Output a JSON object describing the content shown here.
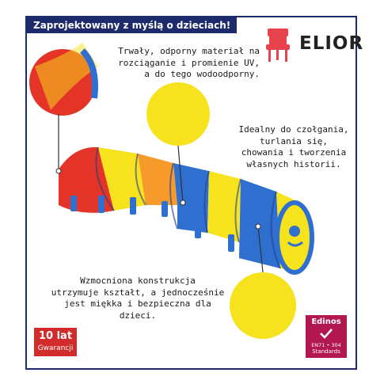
{
  "header": {
    "banner_text": "Zaprojektowany z myślą o dzieciach!"
  },
  "brand": {
    "logo_text": "ELIOR",
    "logo_color": "#e8434c"
  },
  "callouts": {
    "durable": "Trwały, odporny materiał na\nrozciąganie i promienie UV,\na do tego wodoodporny.",
    "ideal": "Idealny do czołgania,\nturlania się,\nchowania i tworzenia\nwłasnych historii.",
    "strong": "Wzmocniona konstrukcja\nutrzymuje kształt, a jednocześnie\njest miękka i bezpieczna dla dzieci."
  },
  "badges": {
    "warranty": {
      "big": "10 lat",
      "small": "Gwarancji",
      "color": "#d12b2b"
    },
    "edinos": {
      "name": "Edinos",
      "standard": "EN71 • 304",
      "bottom": "Standards",
      "color": "#b3174f"
    }
  },
  "colors": {
    "frame": "#1d2a6b",
    "red": "#e33427",
    "yellow": "#f7e21e",
    "orange": "#f59a2b",
    "blue": "#2f6fd0",
    "pink": "#e85aa0"
  }
}
